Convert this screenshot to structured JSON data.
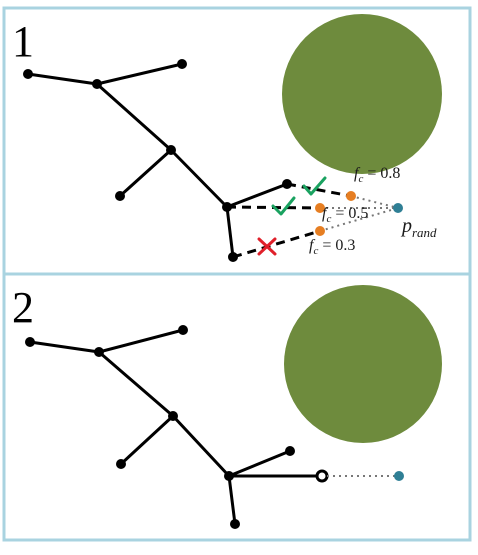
{
  "panels": [
    {
      "number": "1",
      "obstacle_color": "#6e8b3d",
      "labels": {
        "fc_top": {
          "symbol": "f",
          "subscript": "c",
          "value": " = 0.8"
        },
        "fc_mid": {
          "symbol": "f",
          "subscript": "c",
          "value": " = 0.5"
        },
        "fc_bot": {
          "symbol": "f",
          "subscript": "c",
          "value": " = 0.3"
        },
        "prand": {
          "symbol": "p",
          "subscript": "rand"
        }
      }
    },
    {
      "number": "2",
      "obstacle_color": "#6e8b3d"
    }
  ],
  "colors": {
    "border": "#a9d3e0",
    "tree": "#000000",
    "candidate": "#e67e22",
    "target": "#2f7f95",
    "check": "#1aa260",
    "cross": "#e0202a"
  }
}
